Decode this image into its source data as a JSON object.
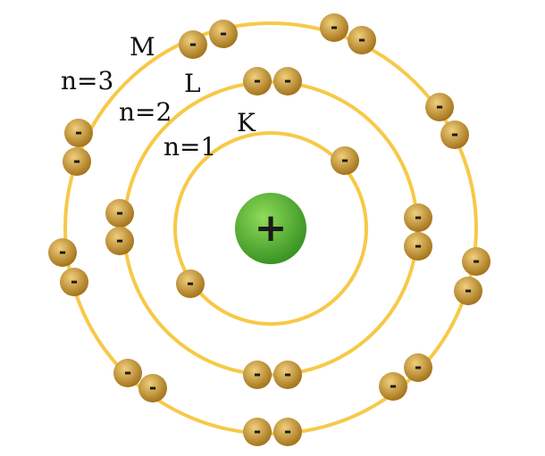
{
  "colors": {
    "orbit": "#f7c948",
    "nucleus_light": "#7ccf47",
    "nucleus_dark": "#3d9a25",
    "electron_light": "#e8c06a",
    "electron_dark": "#a8781e"
  },
  "nucleus": {
    "sign": "+"
  },
  "electron": {
    "sign": "-"
  },
  "shells": [
    {
      "letter": "K",
      "n_label": "n=1",
      "electrons": 2
    },
    {
      "letter": "L",
      "n_label": "n=2",
      "electrons": 8
    },
    {
      "letter": "M",
      "n_label": "n=3",
      "electrons": 18
    }
  ]
}
